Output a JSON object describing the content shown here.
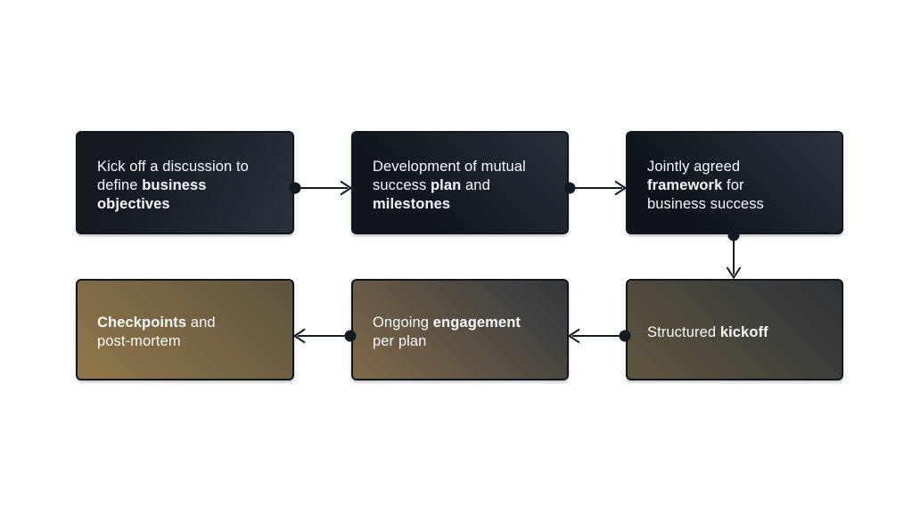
{
  "colors": {
    "background": "#ffffff",
    "text": "#f7f8fa",
    "arrow": "#151a21",
    "node_border": "#12171e",
    "node_gradients": [
      {
        "from": "#151a21",
        "to": "#2a313b"
      },
      {
        "from": "#11161e",
        "to": "#2a303a"
      },
      {
        "from": "#0f141b",
        "to": "#2d343e"
      },
      {
        "from": "#60563f",
        "to": "#2d3238"
      },
      {
        "from": "#80694a",
        "to": "#32373d"
      },
      {
        "from": "#91764a",
        "to": "#5c543e"
      }
    ]
  },
  "flow": {
    "nodes": [
      {
        "id": "kickoff-discussion",
        "lines": [
          [
            {
              "t": "Kick off a discussion to"
            }
          ],
          [
            {
              "t": "define "
            },
            {
              "t": "business",
              "b": true
            }
          ],
          [
            {
              "t": "objectives",
              "b": true
            }
          ]
        ]
      },
      {
        "id": "mutual-success-plan",
        "lines": [
          [
            {
              "t": "Development of mutual"
            }
          ],
          [
            {
              "t": "success "
            },
            {
              "t": "plan",
              "b": true
            },
            {
              "t": " and"
            }
          ],
          [
            {
              "t": "milestones",
              "b": true
            }
          ]
        ]
      },
      {
        "id": "agreed-framework",
        "lines": [
          [
            {
              "t": "Jointly agreed"
            }
          ],
          [
            {
              "t": "framework",
              "b": true
            },
            {
              "t": " for"
            }
          ],
          [
            {
              "t": "business success"
            }
          ]
        ]
      },
      {
        "id": "structured-kickoff",
        "lines": [
          [
            {
              "t": "Structured "
            },
            {
              "t": "kickoff",
              "b": true
            }
          ]
        ]
      },
      {
        "id": "ongoing-engagement",
        "lines": [
          [
            {
              "t": "Ongoing "
            },
            {
              "t": "engagement",
              "b": true
            }
          ],
          [
            {
              "t": "per plan"
            }
          ]
        ]
      },
      {
        "id": "checkpoints-post-mortem",
        "lines": [
          [
            {
              "t": "Checkpoints",
              "b": true
            },
            {
              "t": " and"
            }
          ],
          [
            {
              "t": "post-mortem"
            }
          ]
        ]
      }
    ],
    "edges": [
      {
        "from": "kickoff-discussion",
        "to": "mutual-success-plan",
        "direction": "right"
      },
      {
        "from": "mutual-success-plan",
        "to": "agreed-framework",
        "direction": "right"
      },
      {
        "from": "agreed-framework",
        "to": "structured-kickoff",
        "direction": "down"
      },
      {
        "from": "structured-kickoff",
        "to": "ongoing-engagement",
        "direction": "left"
      },
      {
        "from": "ongoing-engagement",
        "to": "checkpoints-post-mortem",
        "direction": "left"
      }
    ]
  }
}
